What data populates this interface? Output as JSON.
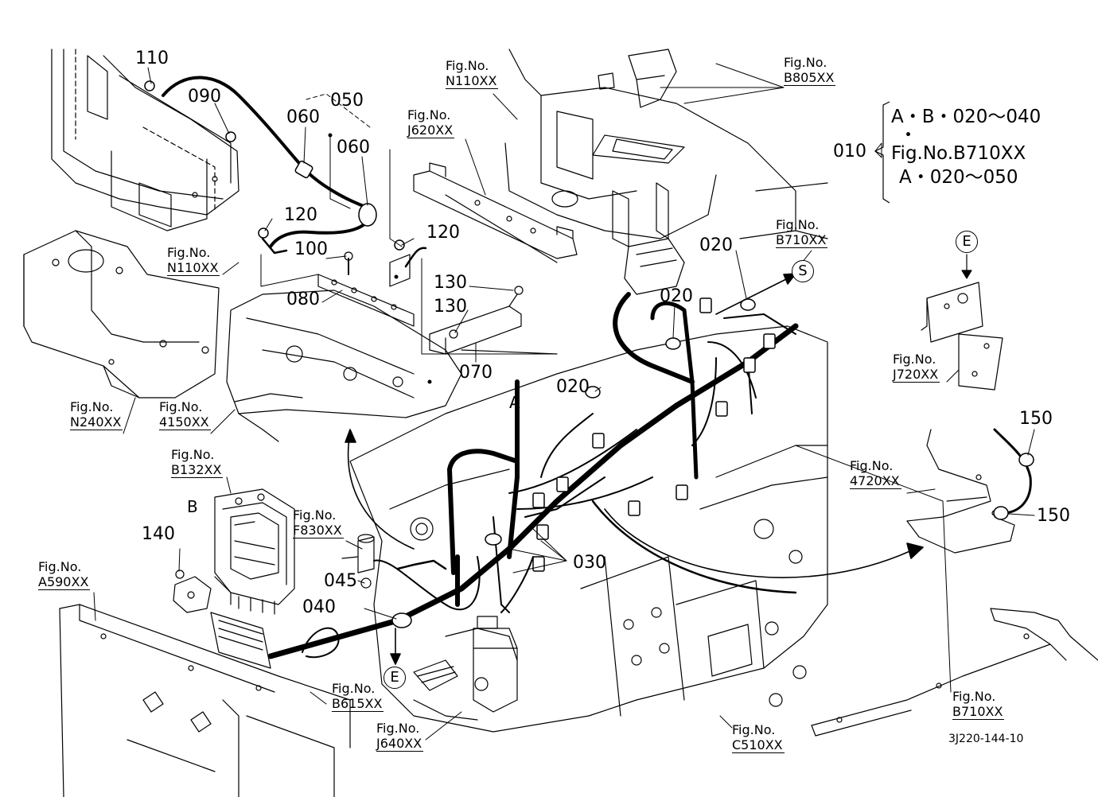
{
  "diagram": {
    "drawing_code": "3J220-144-10",
    "part_labels": [
      {
        "id": "p110",
        "text": "110"
      },
      {
        "id": "p090",
        "text": "090"
      },
      {
        "id": "p050",
        "text": "050"
      },
      {
        "id": "p060a",
        "text": "060"
      },
      {
        "id": "p060b",
        "text": "060"
      },
      {
        "id": "p120a",
        "text": "120"
      },
      {
        "id": "p120b",
        "text": "120"
      },
      {
        "id": "p100",
        "text": "100"
      },
      {
        "id": "p080",
        "text": "080"
      },
      {
        "id": "p130a",
        "text": "130"
      },
      {
        "id": "p130b",
        "text": "130"
      },
      {
        "id": "p070",
        "text": "070"
      },
      {
        "id": "p020a",
        "text": "020"
      },
      {
        "id": "p020b",
        "text": "020"
      },
      {
        "id": "p020c",
        "text": "020"
      },
      {
        "id": "p150a",
        "text": "150"
      },
      {
        "id": "p150b",
        "text": "150"
      },
      {
        "id": "p140",
        "text": "140"
      },
      {
        "id": "p045",
        "text": "045"
      },
      {
        "id": "p040",
        "text": "040"
      },
      {
        "id": "p030",
        "text": "030"
      },
      {
        "id": "p010",
        "text": "010"
      }
    ],
    "fig_refs": [
      {
        "id": "n110a",
        "title": "Fig.No.",
        "ref": "N110XX"
      },
      {
        "id": "j620",
        "title": "Fig.No.",
        "ref": "J620XX"
      },
      {
        "id": "b805",
        "title": "Fig.No.",
        "ref": "B805XX"
      },
      {
        "id": "b710a",
        "title": "Fig.No.",
        "ref": "B710XX"
      },
      {
        "id": "n110b",
        "title": "Fig.No.",
        "ref": "N110XX"
      },
      {
        "id": "j720",
        "title": "Fig.No.",
        "ref": "J720XX"
      },
      {
        "id": "n240",
        "title": "Fig.No.",
        "ref": "N240XX"
      },
      {
        "id": "f4150",
        "title": "Fig.No.",
        "ref": "4150XX"
      },
      {
        "id": "b132",
        "title": "Fig.No.",
        "ref": "B132XX"
      },
      {
        "id": "f830",
        "title": "Fig.No.",
        "ref": "F830XX"
      },
      {
        "id": "f4720",
        "title": "Fig.No.",
        "ref": "4720XX"
      },
      {
        "id": "a590",
        "title": "Fig.No.",
        "ref": "A590XX"
      },
      {
        "id": "b615",
        "title": "Fig.No.",
        "ref": "B615XX"
      },
      {
        "id": "j640",
        "title": "Fig.No.",
        "ref": "J640XX"
      },
      {
        "id": "c510",
        "title": "Fig.No.",
        "ref": "C510XX"
      },
      {
        "id": "b710b",
        "title": "Fig.No.",
        "ref": "B710XX"
      }
    ],
    "letter_labels": [
      {
        "id": "A",
        "text": "A"
      },
      {
        "id": "B",
        "text": "B"
      }
    ],
    "circle_markers": [
      {
        "id": "S",
        "text": "S"
      },
      {
        "id": "E1",
        "text": "E"
      },
      {
        "id": "E2",
        "text": "E"
      }
    ],
    "legend": {
      "line1": "A・B・020～040",
      "line2": "・",
      "line3": "Fig.No.B710XX",
      "line4": "A・020～050"
    }
  }
}
